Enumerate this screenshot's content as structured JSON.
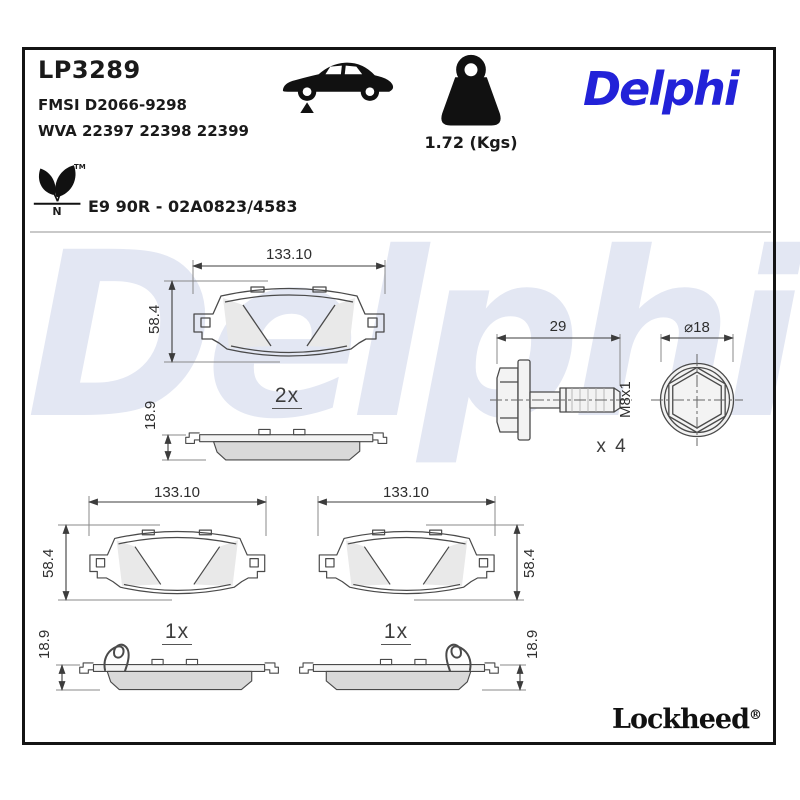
{
  "header": {
    "part_number": "LP3289",
    "fmsi": "FMSI D2066-9298",
    "wva": "WVA 22397 22398 22399",
    "weight": "1.72 (Kgs)",
    "brand": "Delphi"
  },
  "approval": {
    "tm": "TM",
    "letter": "N",
    "text": "E9 90R - 02A0823/4583"
  },
  "watermark": "Delphi",
  "pads": {
    "top": {
      "width": "133.10",
      "height": "58.4",
      "thickness": "18.9",
      "qty": "2x"
    },
    "bottom_left": {
      "width": "133.10",
      "height": "58.4",
      "thickness": "18.9",
      "qty": "1x"
    },
    "bottom_right": {
      "width": "133.10",
      "height": "58.4",
      "thickness": "18.9",
      "qty": "1x"
    }
  },
  "bolt": {
    "length": "29",
    "thread": "M8x1",
    "head_diameter": "⌀18",
    "qty": "x 4"
  },
  "footer": {
    "brand": "Lockheed",
    "reg": "®"
  },
  "colors": {
    "brand_blue": "#2222d8",
    "watermark_blue": "#e3e7f3",
    "friction_gray": "#d9d9d9",
    "drawing_line": "#4a4a4a"
  }
}
